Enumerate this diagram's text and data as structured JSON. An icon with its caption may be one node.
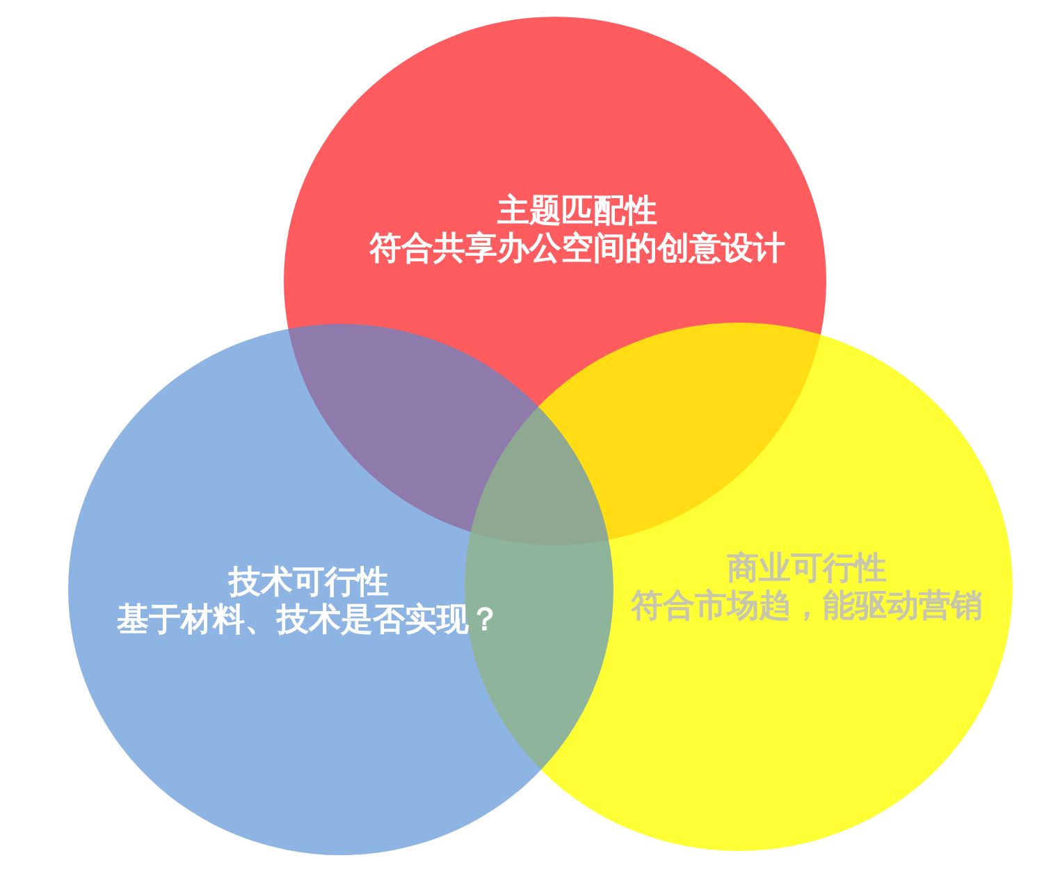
{
  "diagram": {
    "nodes": [
      {
        "text": [
          "主题匹配性",
          "符合共享办公空间的创意设计"
        ]
      },
      {
        "text": [
          "技术可行性",
          "基于材料、技术是否实现？"
        ]
      },
      {
        "text": [
          "商业可行性",
          "符合市场趋，能驱动营销"
        ]
      }
    ]
  }
}
